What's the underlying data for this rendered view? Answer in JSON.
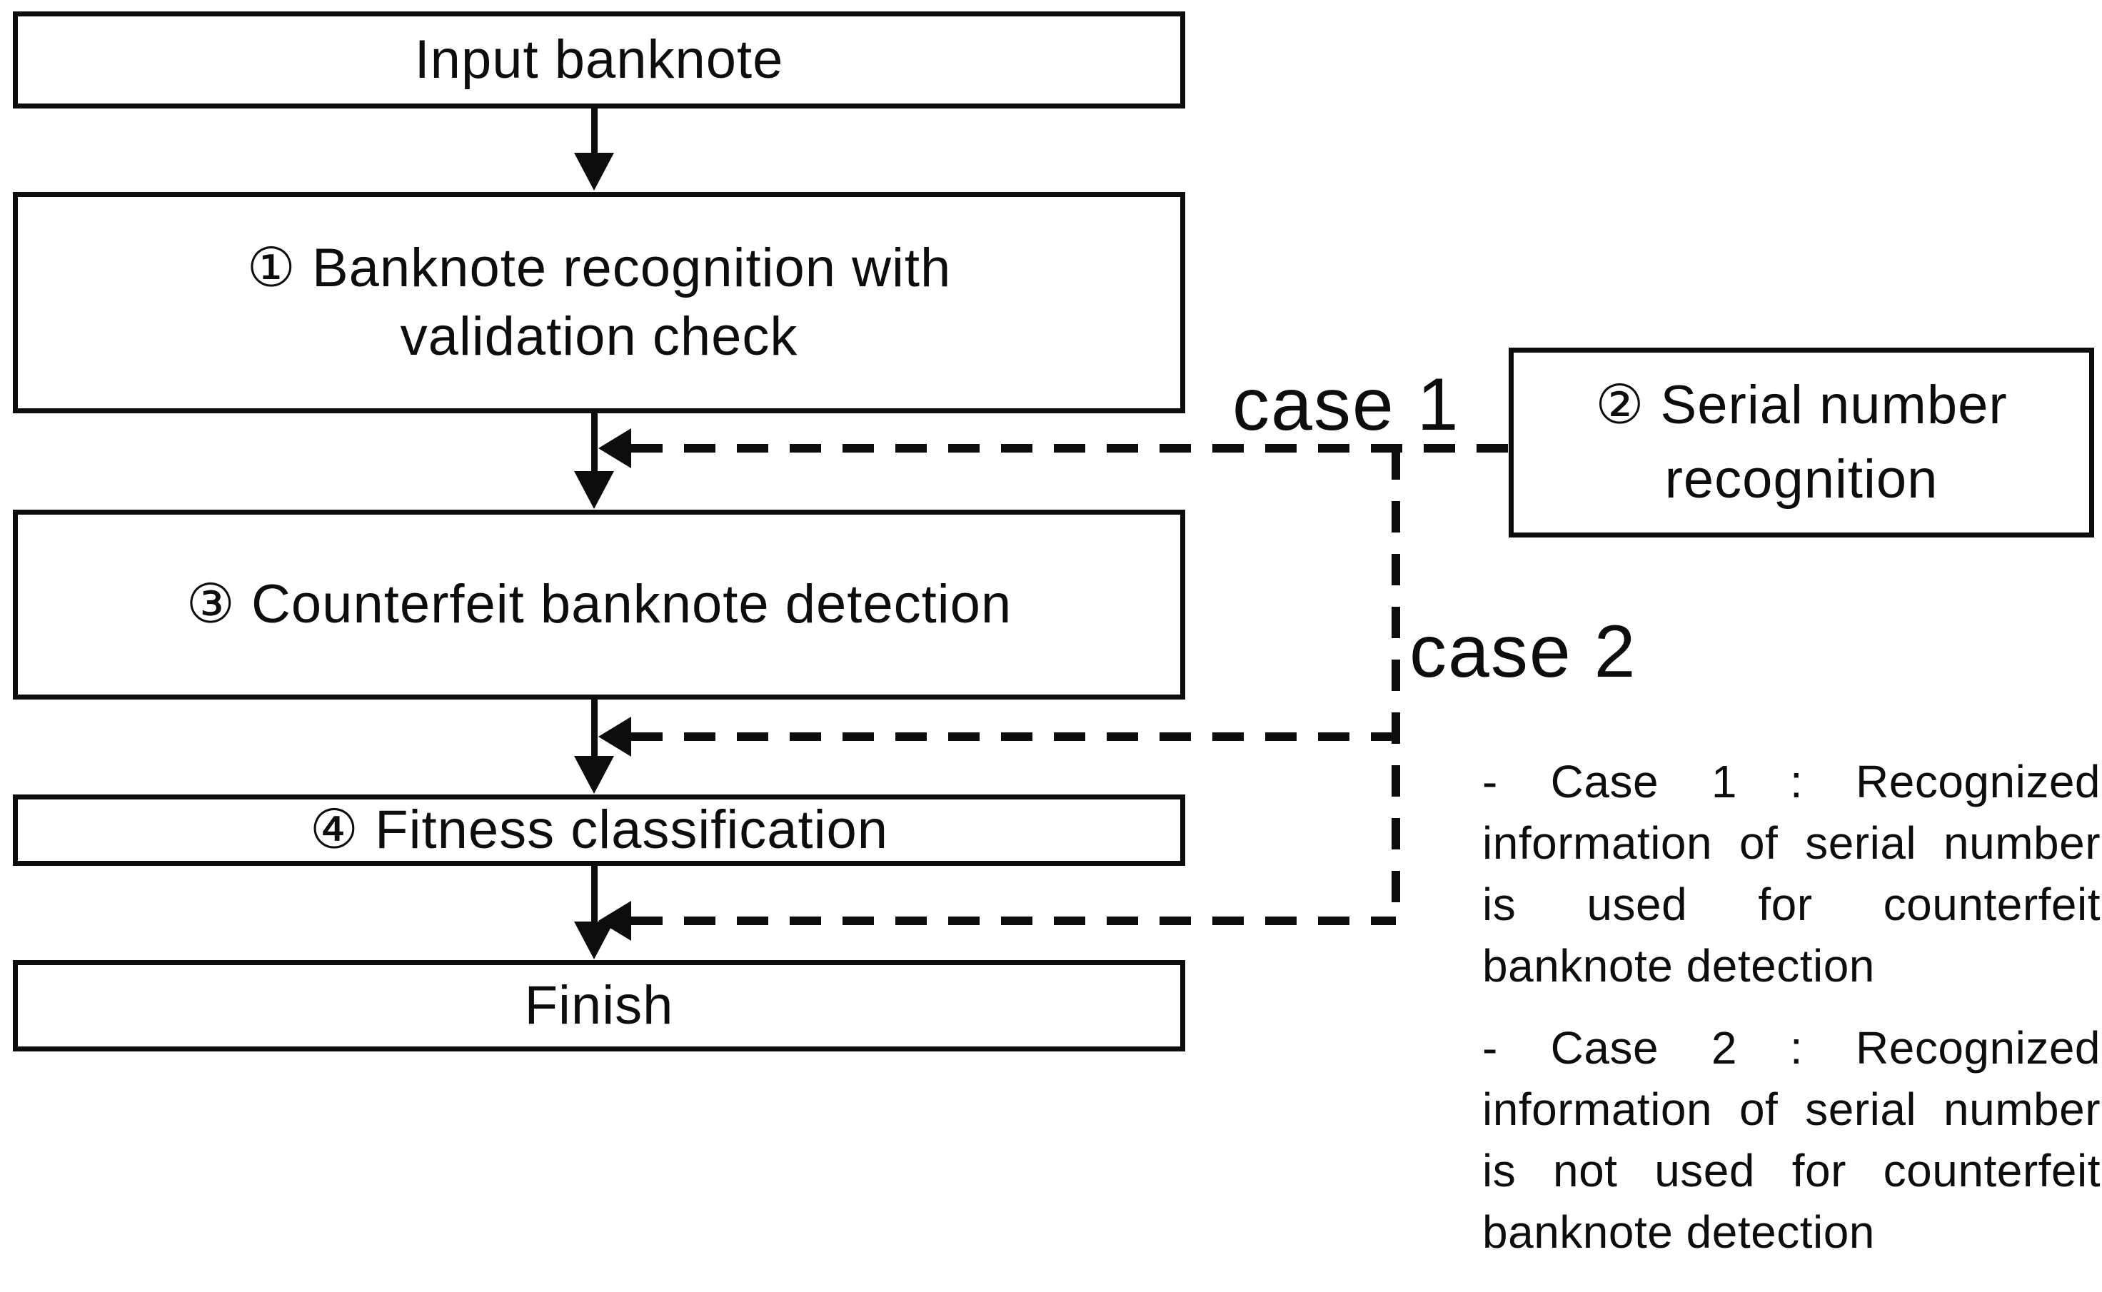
{
  "diagram": {
    "flow_boxes": [
      {
        "id": "input",
        "lines": [
          "Input banknote"
        ]
      },
      {
        "id": "recognition",
        "lines": [
          "① Banknote recognition with",
          "validation check"
        ]
      },
      {
        "id": "counterfeit",
        "lines": [
          "③ Counterfeit banknote detection"
        ]
      },
      {
        "id": "fitness",
        "lines": [
          "④ Fitness classification"
        ]
      },
      {
        "id": "finish",
        "lines": [
          "Finish"
        ]
      }
    ],
    "side_box": {
      "id": "serial-number",
      "lines": [
        "② Serial number",
        "recognition"
      ]
    },
    "case_labels": {
      "case1": "case 1",
      "case2": "case 2"
    },
    "notes": [
      {
        "id": "case1-note",
        "lines": [
          "- Case 1 : Recognized",
          "information of serial number",
          "is used for counterfeit",
          "banknote detection"
        ]
      },
      {
        "id": "case2-note",
        "lines": [
          "- Case 2 : Recognized",
          "information of serial number",
          "is not used for counterfeit",
          "banknote detection"
        ]
      }
    ],
    "colors": {
      "ink": "#0d0d0d",
      "background": "#ffffff"
    }
  }
}
